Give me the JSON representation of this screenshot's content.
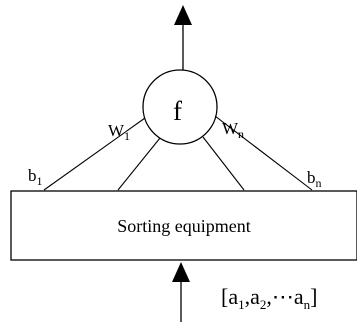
{
  "node": {
    "function_label": "f"
  },
  "weights": {
    "first": {
      "base": "W",
      "sub": "1"
    },
    "last": {
      "base": "W",
      "sub": "n"
    }
  },
  "biases": {
    "first": {
      "base": "b",
      "sub": "1"
    },
    "last": {
      "base": "b",
      "sub": "n"
    }
  },
  "box": {
    "label": "Sorting equipment"
  },
  "input_vector": {
    "open": "[",
    "items": [
      {
        "base": "a",
        "sub": "1"
      },
      {
        "base": "a",
        "sub": "2"
      },
      {
        "base": "a",
        "sub": "n"
      }
    ],
    "separator_1": ",",
    "separator_2": ",⋯",
    "close": "]"
  },
  "colors": {
    "stroke": "#000000",
    "background": "#ffffff"
  }
}
